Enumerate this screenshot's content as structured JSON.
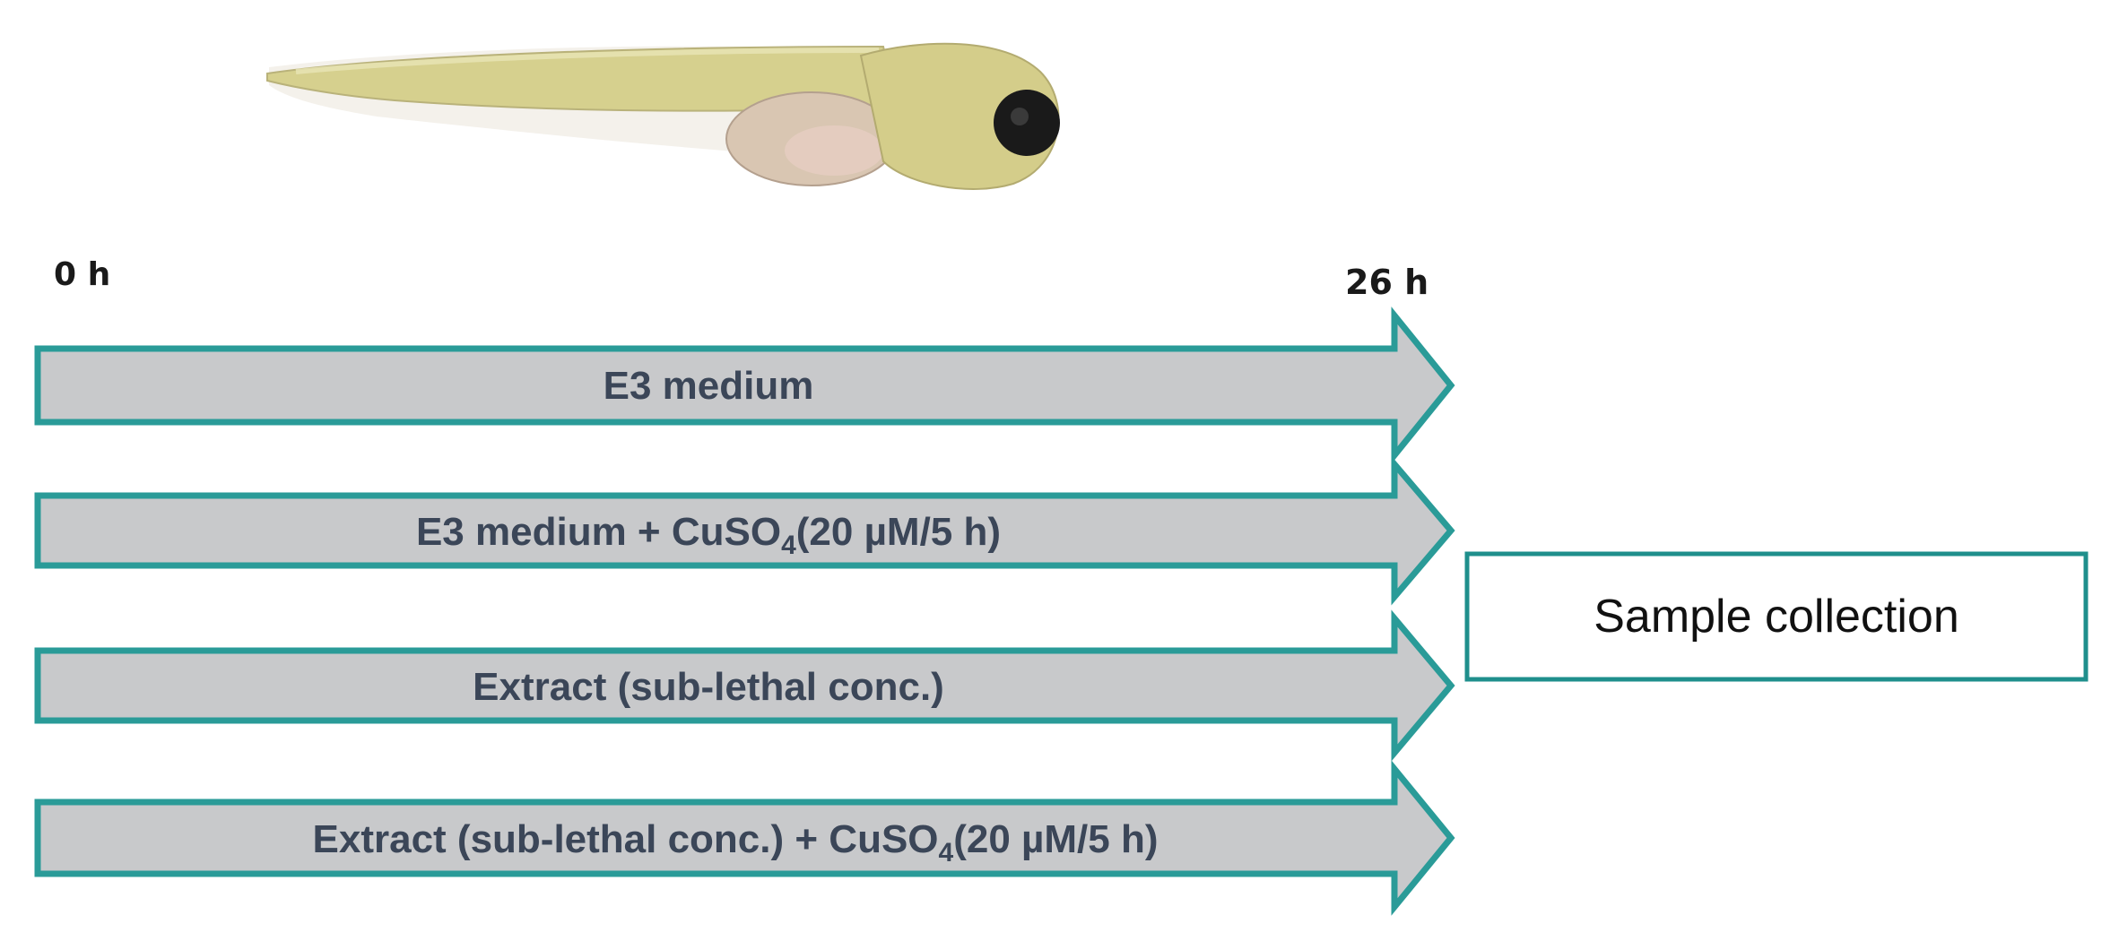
{
  "timeline": {
    "start_label": "0 h",
    "end_label": "26 h"
  },
  "treatments": [
    {
      "parts": [
        {
          "t": "E3 medium"
        }
      ]
    },
    {
      "parts": [
        {
          "t": "E3 medium + CuSO"
        },
        {
          "t": "4",
          "sub": true
        },
        {
          "t": "(20 µM/5 h)"
        }
      ]
    },
    {
      "parts": [
        {
          "t": "Extract (sub-lethal conc.)"
        }
      ]
    },
    {
      "parts": [
        {
          "t": "Extract (sub-lethal conc.) + CuSO"
        },
        {
          "t": "4",
          "sub": true
        },
        {
          "t": "(20 µM/5 h)"
        }
      ]
    }
  ],
  "outcome_box": {
    "label": "Sample collection"
  },
  "colors": {
    "arrow_fill": "#c8c9cb",
    "arrow_stroke": "#2a9b98",
    "label_text": "#3b4658",
    "box_border": "#1f8f8c"
  },
  "illustration": {
    "icon": "zebrafish-larva-illustration"
  }
}
